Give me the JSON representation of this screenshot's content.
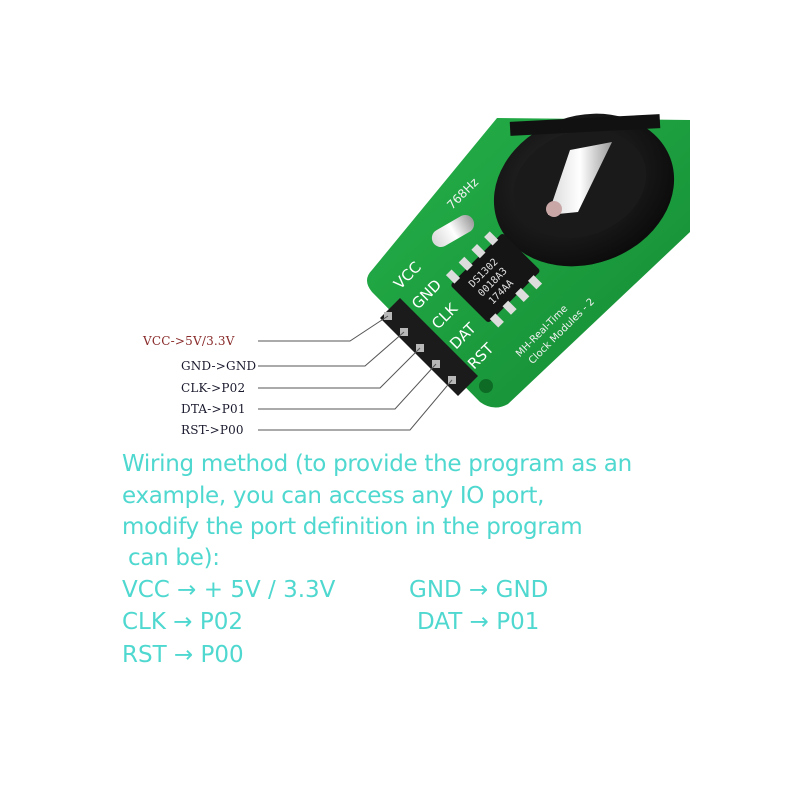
{
  "pin_labels": {
    "vcc": "VCC->5V/3.3V",
    "gnd": "GND->GND",
    "clk": "CLK->P02",
    "dta": "DTA->P01",
    "rst": "RST->P00"
  },
  "board": {
    "silk_vcc": "VCC",
    "silk_gnd": "GND",
    "silk_clk": "CLK",
    "silk_dat": "DAT",
    "silk_rst": "RST",
    "crystal_text": "768Hz",
    "chip_line1": "DS1302",
    "chip_line2": "0018A3",
    "chip_line3": "174AA",
    "module_line1": "MH-Real-Time",
    "module_line2": "Clock Modules - 2"
  },
  "description": {
    "line1": "Wiring method (to provide the program as an",
    "line2": "example, you can access any IO port,",
    "line3": "modify the port definition in the program",
    "line4": "can be):"
  },
  "mapping": {
    "vcc": "VCC → + 5V / 3.3V",
    "gnd": "GND → GND",
    "clk": "CLK → P02",
    "dat": "DAT → P01",
    "rst": "RST → P00"
  },
  "colors": {
    "pcb": "#1c9e3c",
    "text_accent": "#4fd8cf",
    "vcc_label": "#8a2b2b"
  }
}
